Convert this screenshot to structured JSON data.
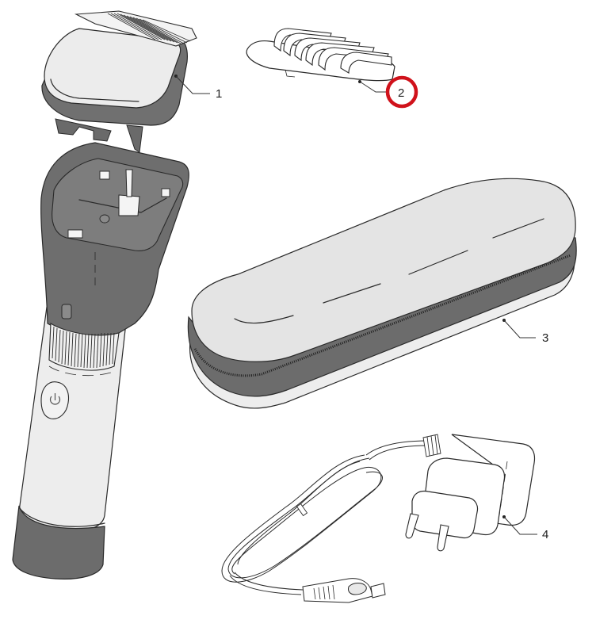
{
  "diagram": {
    "type": "product-parts-overview",
    "colors": {
      "background": "#ffffff",
      "body_light": "#ececec",
      "body_dark": "#6e6e6e",
      "outline": "#2a2a2a",
      "highlight_circle": "#d0121b"
    },
    "parts": [
      {
        "number": "1",
        "description": "trimmer head / cutting unit"
      },
      {
        "number": "2",
        "description": "comb attachment",
        "highlighted": true
      },
      {
        "number": "3",
        "description": "travel storage case"
      },
      {
        "number": "4",
        "description": "power adapter with cord"
      }
    ],
    "handle": {
      "description": "trimmer handle with length-adjust wheel and power button",
      "power_button_icon": "power-icon"
    }
  }
}
